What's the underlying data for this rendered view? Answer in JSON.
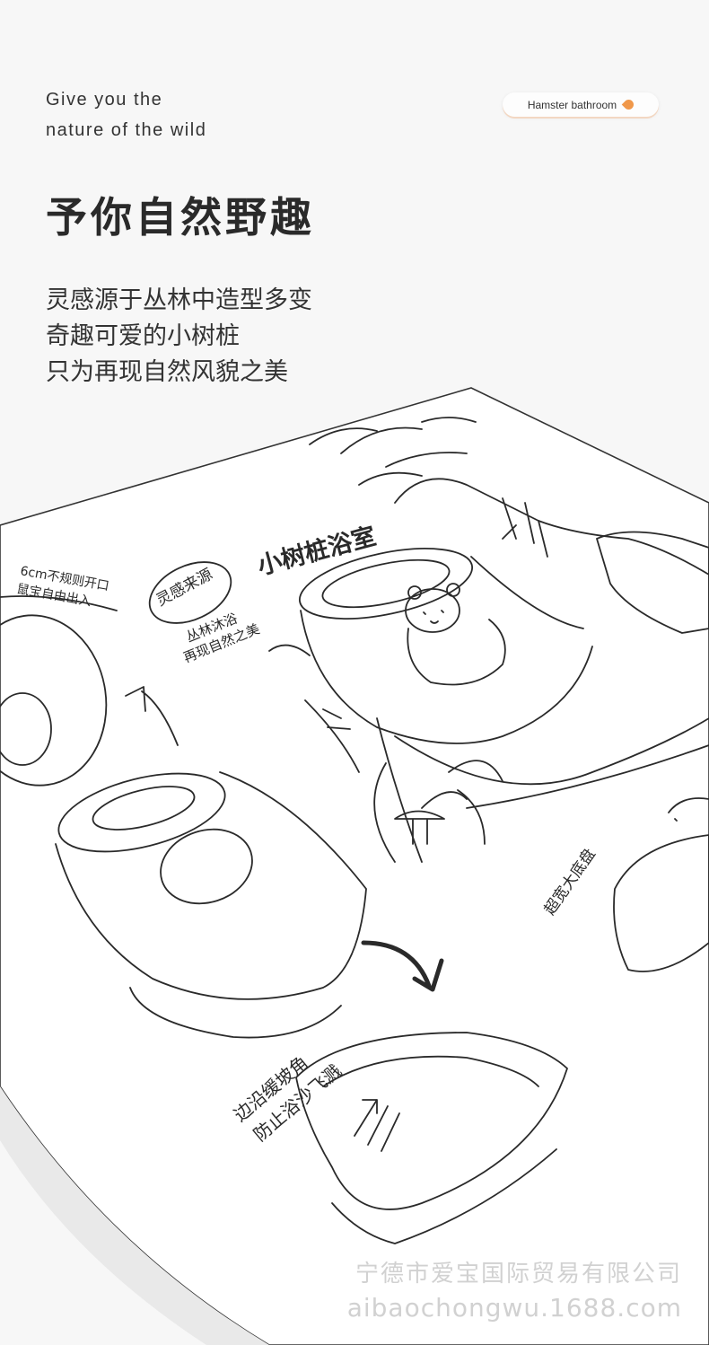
{
  "header": {
    "en_line1": "Give you the",
    "en_line2": "nature of the wild",
    "badge_label": "Hamster bathroom",
    "title": "予你自然野趣"
  },
  "description": {
    "lines": [
      "灵感源于丛林中造型多变",
      "奇趣可爱的小树桩",
      "只为再现自然风貌之美"
    ]
  },
  "sketch": {
    "label_opening_1": "6cm不规则开口",
    "label_opening_2": "鼠宝自由出入",
    "label_inspiration": "灵感来源",
    "label_title": "小树桩浴室",
    "label_forest_1": "丛林沐浴",
    "label_forest_2": "再现自然之美",
    "label_base": "超宽大底盘",
    "label_edge_1": "边沿缓坡角",
    "label_edge_2": "防止浴沙飞溅"
  },
  "watermark": {
    "company": "宁德市爱宝国际贸易有限公司",
    "site": "aibaochongwu.1688.com"
  },
  "colors": {
    "accent": "#f0984a",
    "ink": "#2a2a2a",
    "paper": "#ffffff",
    "background": "#f7f7f7"
  }
}
